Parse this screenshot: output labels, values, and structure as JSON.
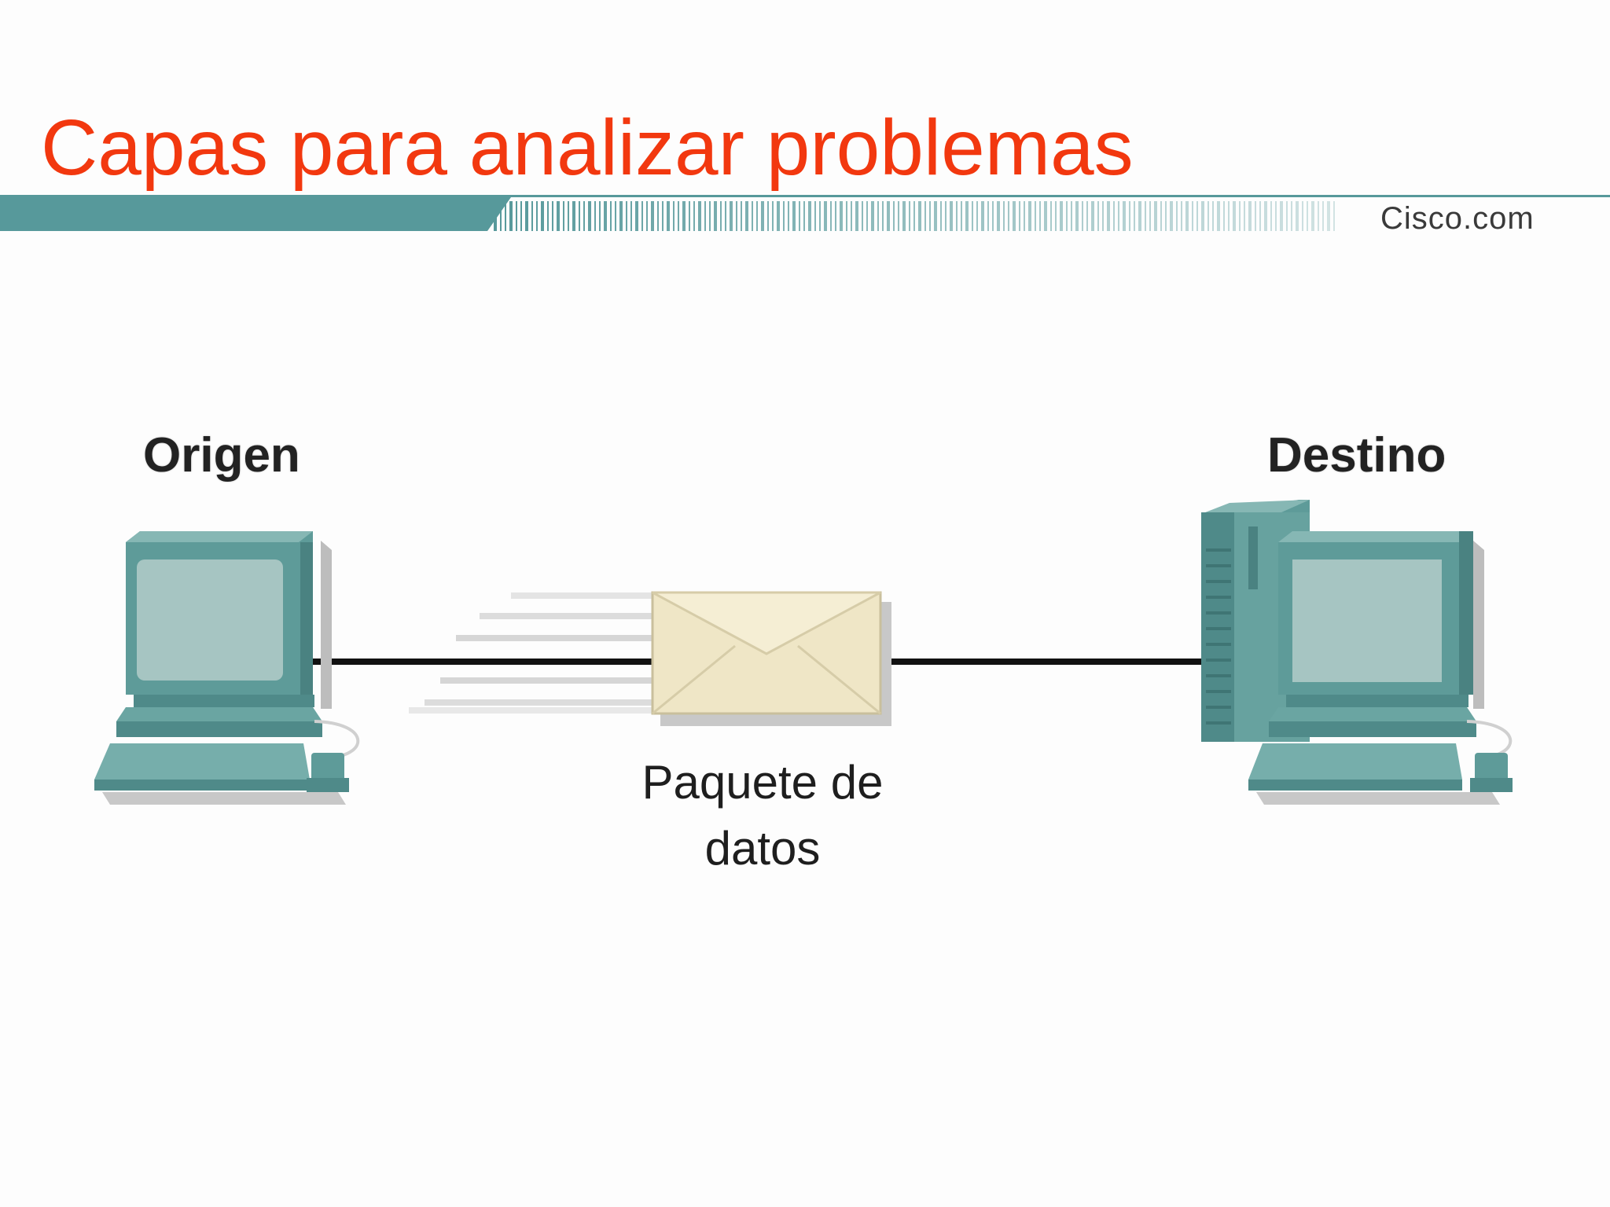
{
  "slide": {
    "title": "Capas para analizar problemas",
    "brand": "Cisco.com",
    "colors": {
      "title": "#f2380f",
      "banner": "#57999b",
      "device": "#5e9b99",
      "screen": "#a6c5c2",
      "envelope": "#efe6c6",
      "link": "#111111"
    }
  },
  "diagram": {
    "source_label": "Origen",
    "destination_label": "Destino",
    "packet_label_line1": "Paquete de",
    "packet_label_line2": "datos",
    "icons": {
      "source": "desktop-computer-icon",
      "destination": "tower-computer-icon",
      "packet": "envelope-icon"
    }
  }
}
